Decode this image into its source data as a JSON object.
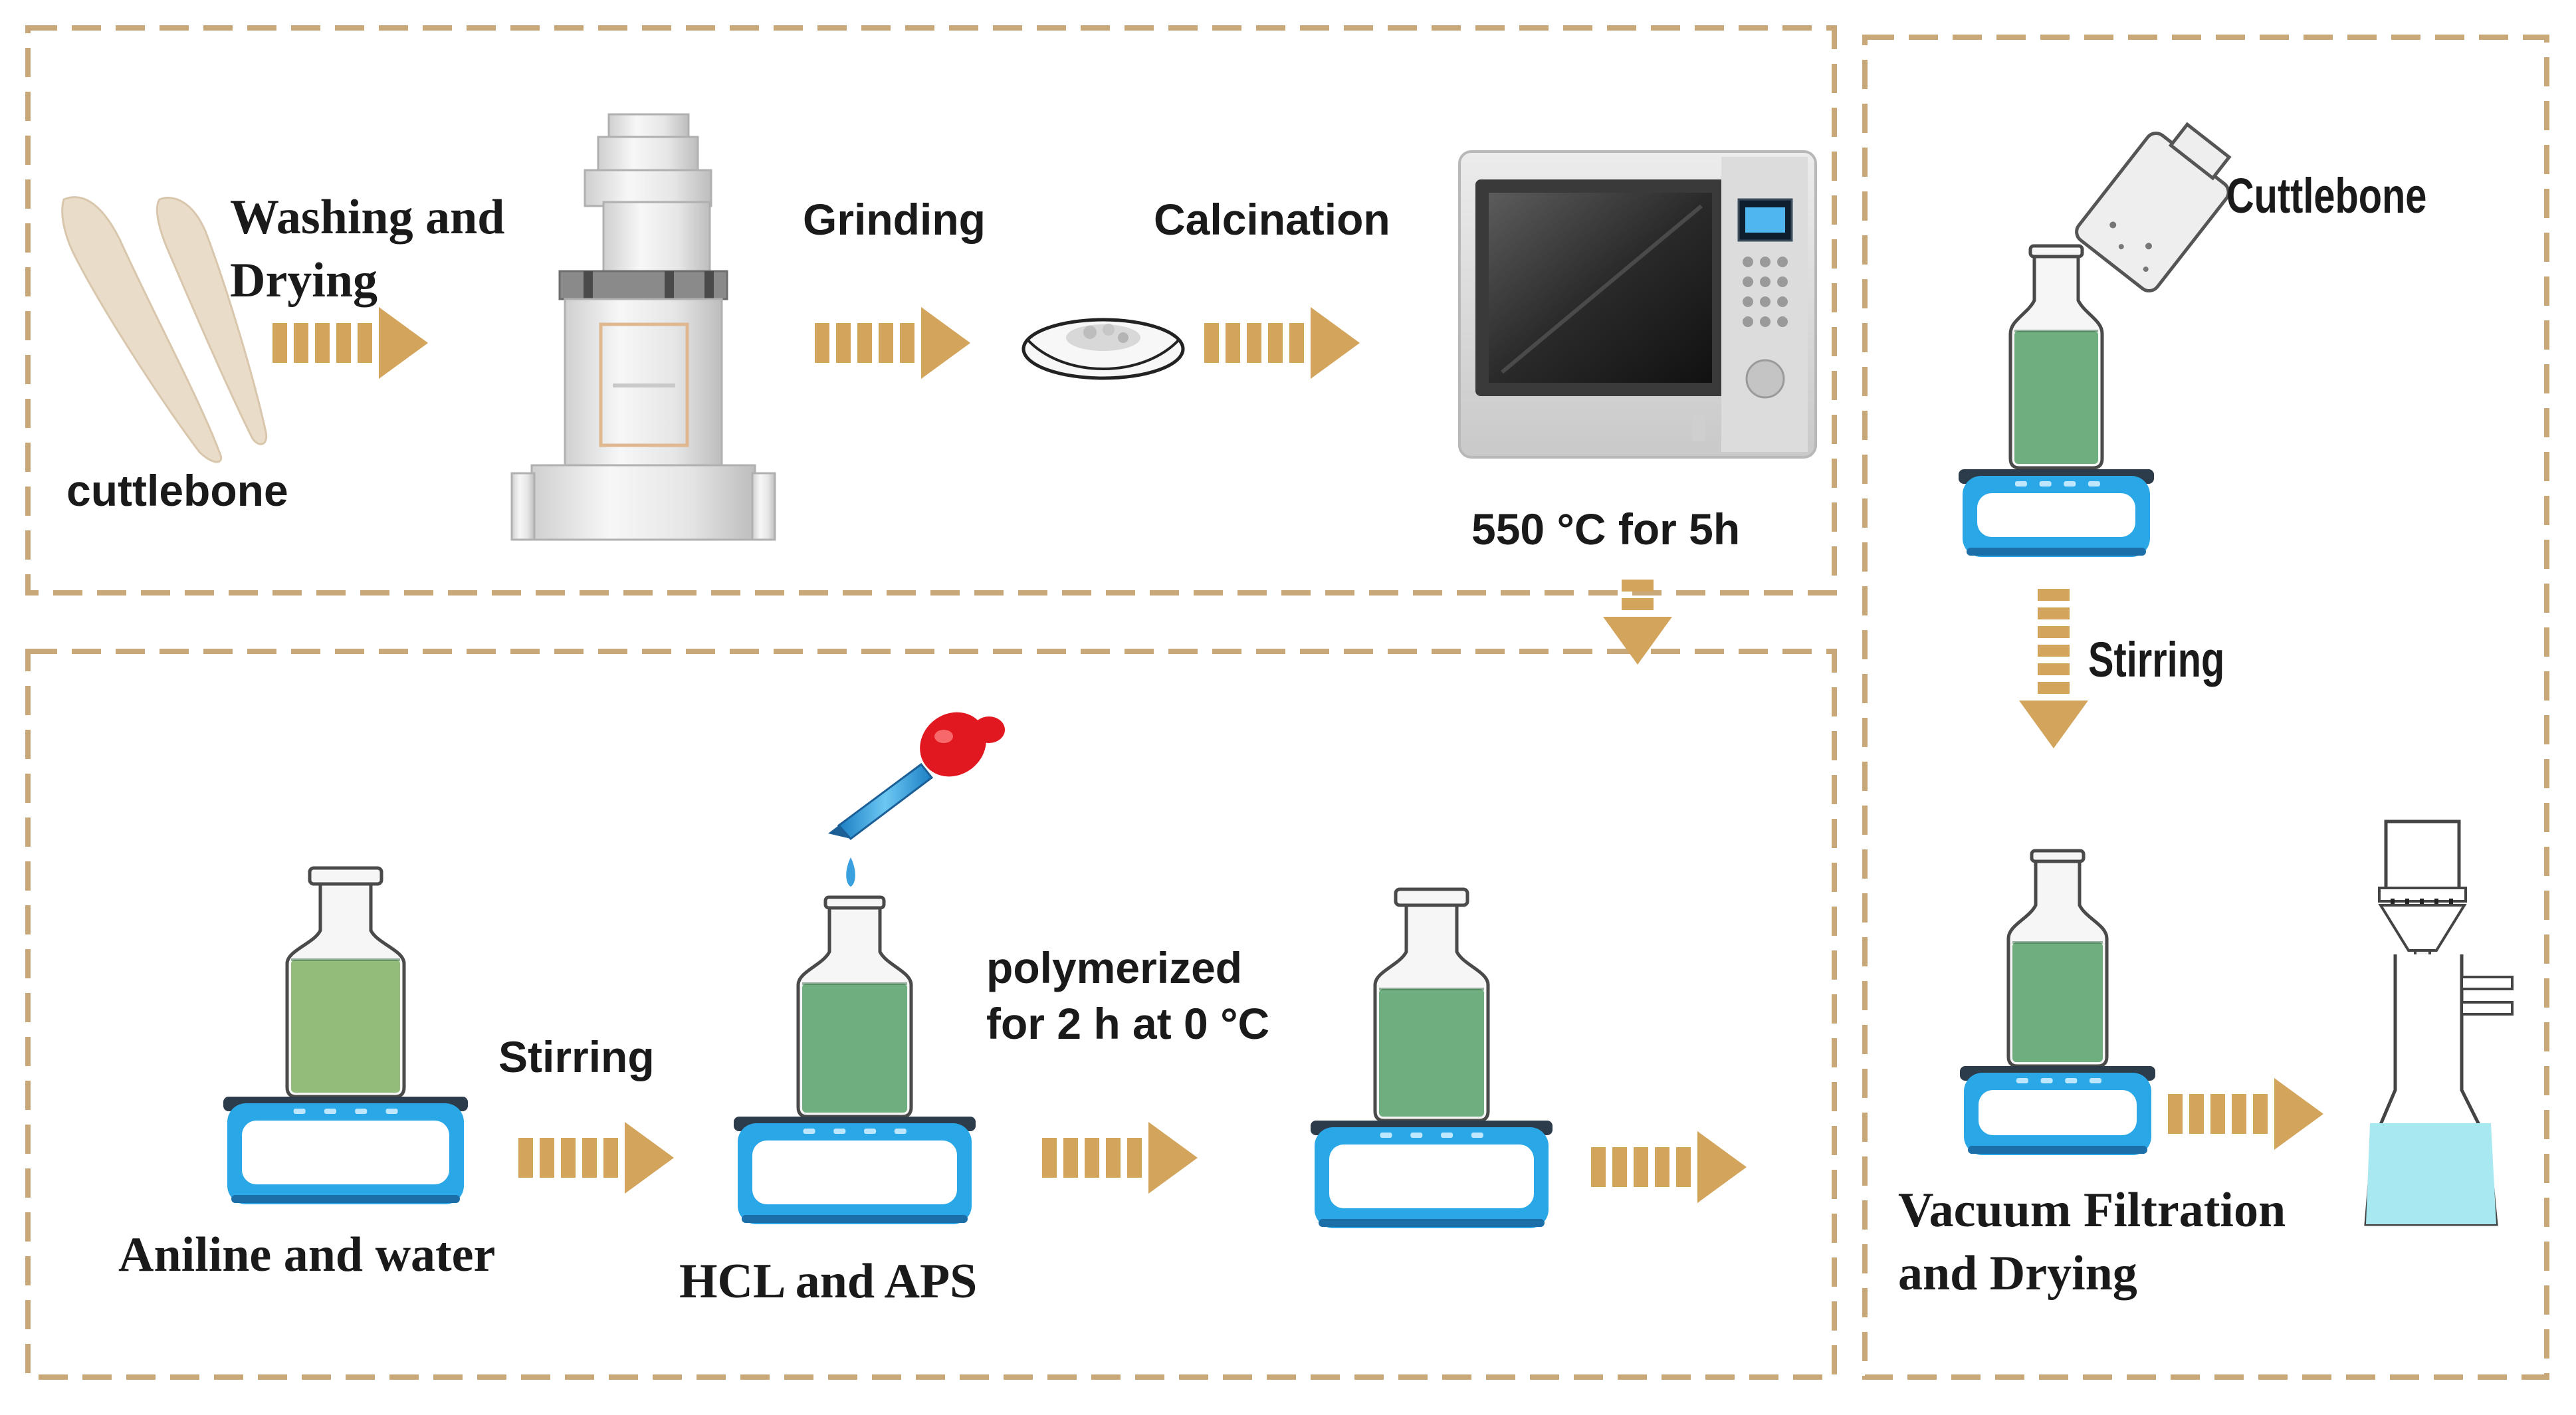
{
  "palette": {
    "frame": "#c8a878",
    "arrow": "#d3a45c",
    "liquid_dark": "#6fae7e",
    "liquid_light": "#93bb7a",
    "stirrer_blue": "#2aa7e6",
    "stirrer_dark": "#2d3c4a",
    "dropper_red": "#e1181f",
    "filtrate": "#a8e8f0",
    "cuttlebone": "#e9dcc8"
  },
  "panels": {
    "top": {
      "cuttlebone_label": "cuttlebone",
      "washing_label": "Washing and\nDrying",
      "grinding_label": "Grinding",
      "calcination_label": "Calcination",
      "temperature_label": "550 °C for 5h"
    },
    "bottom": {
      "aniline_label": "Aniline and water",
      "stirring_label": "Stirring",
      "hcl_label": "HCL and APS",
      "polymerized_label": "polymerized\nfor 2 h at 0 °C"
    },
    "right": {
      "cuttlebone_label": "Cuttlebone",
      "stirring_label": "Stirring",
      "filtration_label": "Vacuum Filtration\nand Drying"
    }
  }
}
